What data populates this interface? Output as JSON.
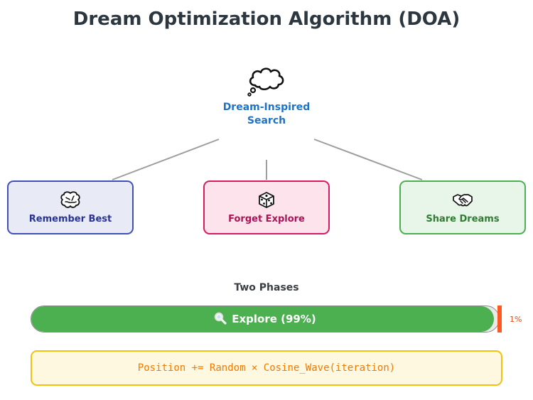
{
  "title": "Dream Optimization Algorithm (DOA)",
  "hub": {
    "icon": "thought-bubble-icon",
    "label_line1": "Dream-Inspired",
    "label_line2": "Search"
  },
  "strategies": [
    {
      "label": "Remember Best",
      "icon": "brain-icon",
      "border": "#3f51b5",
      "fill": "#e8eaf6",
      "text": "#283593"
    },
    {
      "label": "Forget Explore",
      "icon": "dice-icon",
      "border": "#d81b60",
      "fill": "#fde4ec",
      "text": "#ad1457"
    },
    {
      "label": "Share Dreams",
      "icon": "handshake-icon",
      "border": "#4caf50",
      "fill": "#e8f5e9",
      "text": "#2e7d32"
    }
  ],
  "phases": {
    "title": "Two Phases",
    "explore_label": "Explore (99%)",
    "explore_icon": "magnifier-icon",
    "explore_fraction": 0.99,
    "exploit_label": "1%",
    "explore_color": "#4caf50",
    "exploit_color": "#ff5722"
  },
  "formula": "Position += Random × Cosine_Wave(iteration)"
}
